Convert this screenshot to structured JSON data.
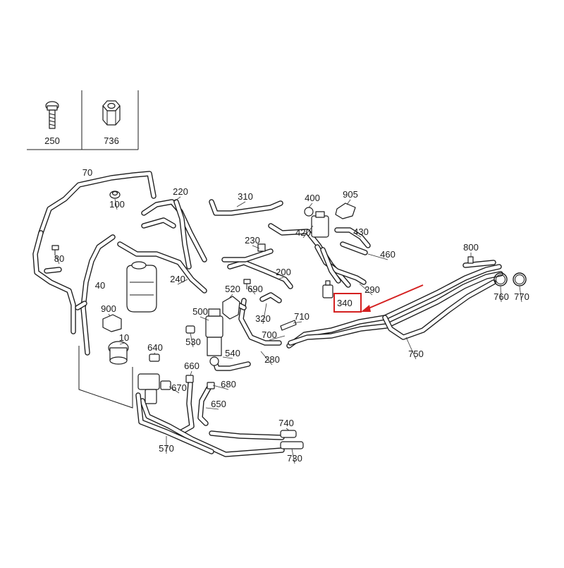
{
  "fastener_table": {
    "items": [
      {
        "label": "250",
        "icon": "screw-icon"
      },
      {
        "label": "736",
        "icon": "nut-icon"
      }
    ]
  },
  "callouts": [
    {
      "label": "70"
    },
    {
      "label": "100"
    },
    {
      "label": "220"
    },
    {
      "label": "310"
    },
    {
      "label": "400"
    },
    {
      "label": "905"
    },
    {
      "label": "420"
    },
    {
      "label": "430"
    },
    {
      "label": "460"
    },
    {
      "label": "800"
    },
    {
      "label": "80"
    },
    {
      "label": "230"
    },
    {
      "label": "200"
    },
    {
      "label": "40"
    },
    {
      "label": "240"
    },
    {
      "label": "520"
    },
    {
      "label": "690"
    },
    {
      "label": "290"
    },
    {
      "label": "760"
    },
    {
      "label": "770"
    },
    {
      "label": "900"
    },
    {
      "label": "500"
    },
    {
      "label": "320"
    },
    {
      "label": "710"
    },
    {
      "label": "10"
    },
    {
      "label": "530"
    },
    {
      "label": "700"
    },
    {
      "label": "640"
    },
    {
      "label": "540"
    },
    {
      "label": "280"
    },
    {
      "label": "750"
    },
    {
      "label": "660"
    },
    {
      "label": "680"
    },
    {
      "label": "670"
    },
    {
      "label": "650"
    },
    {
      "label": "740"
    },
    {
      "label": "570"
    },
    {
      "label": "730"
    }
  ],
  "highlight": {
    "label": "340",
    "color": "#d42020"
  }
}
